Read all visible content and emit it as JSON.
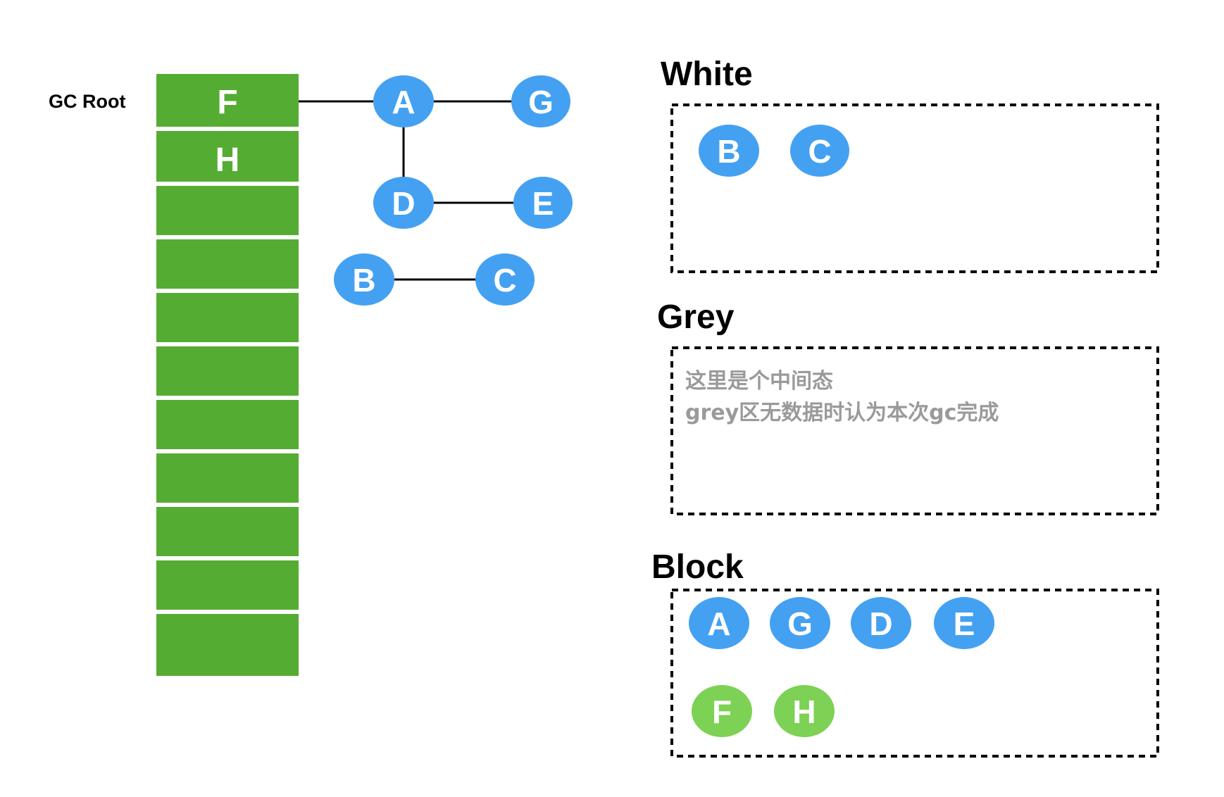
{
  "colors": {
    "root_green": "#55ac33",
    "node_blue": "#44a1f2",
    "node_green": "#7dd154",
    "edge": "#000000",
    "note_grey": "#9a9a9a"
  },
  "gc_root": {
    "label": "GC Root",
    "slots": [
      "F",
      "H",
      "",
      "",
      "",
      "",
      "",
      "",
      "",
      "",
      ""
    ]
  },
  "graph": {
    "nodes": [
      "A",
      "G",
      "D",
      "E",
      "B",
      "C"
    ],
    "edges": [
      [
        "F",
        "A"
      ],
      [
        "A",
        "G"
      ],
      [
        "A",
        "D"
      ],
      [
        "D",
        "E"
      ],
      [
        "B",
        "C"
      ]
    ]
  },
  "sets": {
    "white": {
      "title": "White",
      "nodes": [
        "B",
        "C"
      ]
    },
    "grey": {
      "title": "Grey",
      "note_lines": [
        "这里是个中间态",
        "grey区无数据时认为本次gc完成"
      ]
    },
    "black": {
      "title": "Block",
      "blue_nodes": [
        "A",
        "G",
        "D",
        "E"
      ],
      "green_nodes": [
        "F",
        "H"
      ]
    }
  }
}
